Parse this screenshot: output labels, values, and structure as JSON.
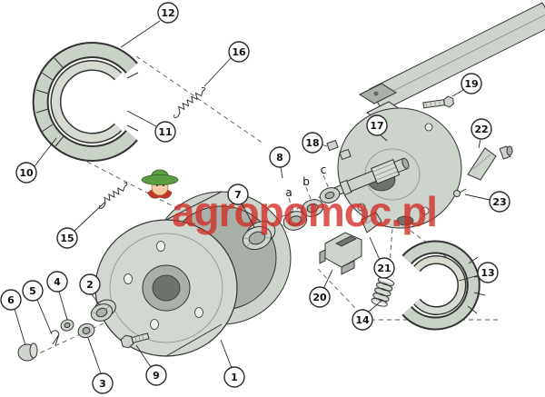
{
  "diagram": {
    "watermark": "agropomoc.pl",
    "callouts": [
      "1",
      "2",
      "3",
      "4",
      "5",
      "6",
      "7",
      "8",
      "9",
      "10",
      "11",
      "12",
      "13",
      "14",
      "15",
      "16",
      "17",
      "18",
      "19",
      "20",
      "21",
      "22",
      "23"
    ],
    "letters": [
      "a",
      "b",
      "c"
    ],
    "colors": {
      "part_fill": "#ccd4cb",
      "part_dark": "#6d736d",
      "outline": "#333333",
      "watermark_red": "#cf2b24",
      "mascot_green": "#5a9e42",
      "mustache_red": "#c0392b"
    }
  }
}
